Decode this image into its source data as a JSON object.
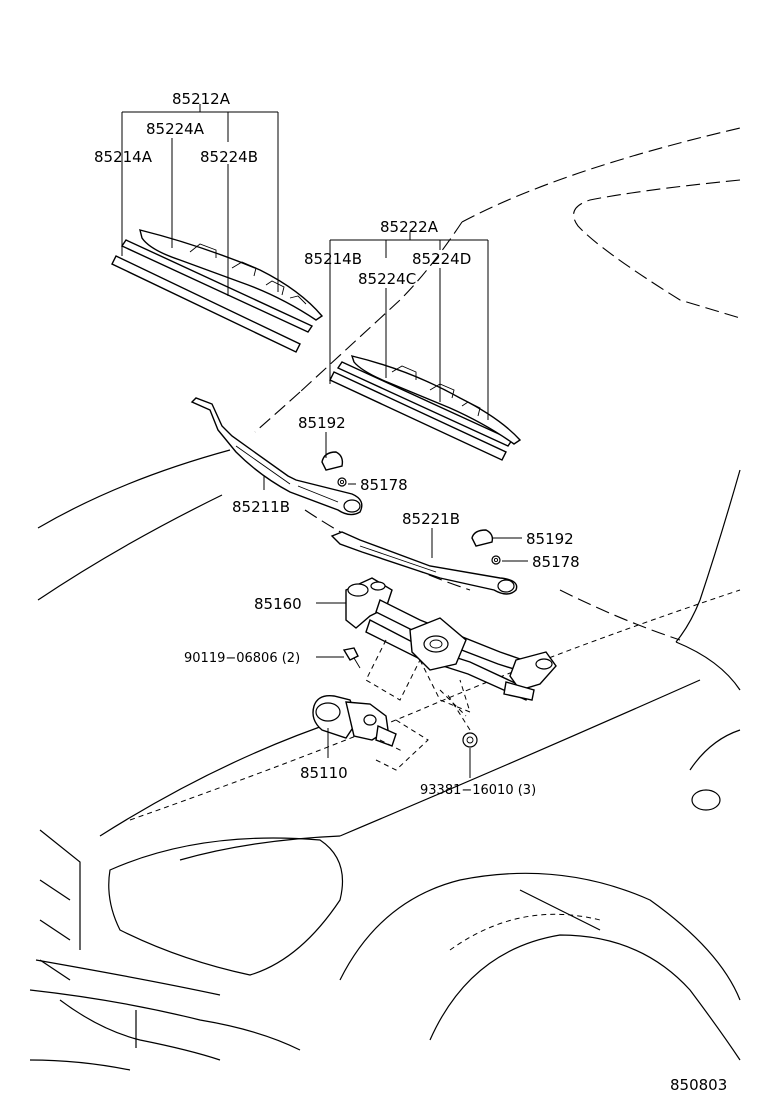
{
  "labels": {
    "l_85212A": "85212A",
    "l_85224A": "85224A",
    "l_85214A": "85214A",
    "l_85224B": "85224B",
    "l_85222A": "85222A",
    "l_85214B": "85214B",
    "l_85224D": "85224D",
    "l_85224C": "85224C",
    "l_85192_a": "85192",
    "l_85178_a": "85178",
    "l_85211B": "85211B",
    "l_85221B": "85221B",
    "l_85192_b": "85192",
    "l_85178_b": "85178",
    "l_85160": "85160",
    "l_90119": "90119−06806 (2)",
    "l_85110": "85110",
    "l_93381": "93381−16010 (3)",
    "l_fig": "850803"
  }
}
